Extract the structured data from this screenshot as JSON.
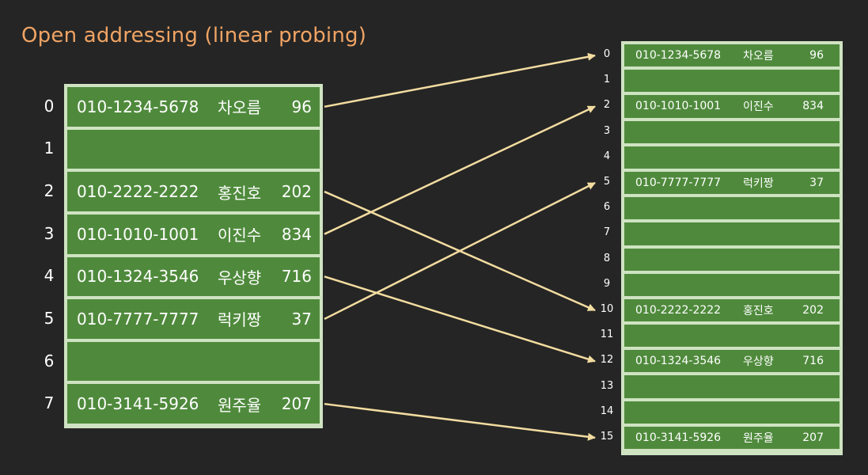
{
  "title": "Open addressing (linear probing)",
  "left_table": {
    "rows": [
      {
        "index": "0",
        "phone": "010-1234-5678",
        "name": "차오름",
        "value": "96"
      },
      {
        "index": "1",
        "phone": "",
        "name": "",
        "value": ""
      },
      {
        "index": "2",
        "phone": "010-2222-2222",
        "name": "홍진호",
        "value": "202"
      },
      {
        "index": "3",
        "phone": "010-1010-1001",
        "name": "이진수",
        "value": "834"
      },
      {
        "index": "4",
        "phone": "010-1324-3546",
        "name": "우상향",
        "value": "716"
      },
      {
        "index": "5",
        "phone": "010-7777-7777",
        "name": "럭키짱",
        "value": "37"
      },
      {
        "index": "6",
        "phone": "",
        "name": "",
        "value": ""
      },
      {
        "index": "7",
        "phone": "010-3141-5926",
        "name": "원주율",
        "value": "207"
      }
    ]
  },
  "right_table": {
    "rows": [
      {
        "index": "0",
        "phone": "010-1234-5678",
        "name": "차오름",
        "value": "96"
      },
      {
        "index": "1",
        "phone": "",
        "name": "",
        "value": ""
      },
      {
        "index": "2",
        "phone": "010-1010-1001",
        "name": "이진수",
        "value": "834"
      },
      {
        "index": "3",
        "phone": "",
        "name": "",
        "value": ""
      },
      {
        "index": "4",
        "phone": "",
        "name": "",
        "value": ""
      },
      {
        "index": "5",
        "phone": "010-7777-7777",
        "name": "럭키짱",
        "value": "37"
      },
      {
        "index": "6",
        "phone": "",
        "name": "",
        "value": ""
      },
      {
        "index": "7",
        "phone": "",
        "name": "",
        "value": ""
      },
      {
        "index": "8",
        "phone": "",
        "name": "",
        "value": ""
      },
      {
        "index": "9",
        "phone": "",
        "name": "",
        "value": ""
      },
      {
        "index": "10",
        "phone": "010-2222-2222",
        "name": "홍진호",
        "value": "202"
      },
      {
        "index": "11",
        "phone": "",
        "name": "",
        "value": ""
      },
      {
        "index": "12",
        "phone": "010-1324-3546",
        "name": "우상향",
        "value": "716"
      },
      {
        "index": "13",
        "phone": "",
        "name": "",
        "value": ""
      },
      {
        "index": "14",
        "phone": "",
        "name": "",
        "value": ""
      },
      {
        "index": "15",
        "phone": "010-3141-5926",
        "name": "원주율",
        "value": "207"
      }
    ]
  },
  "mappings": [
    {
      "from": 0,
      "to": 0
    },
    {
      "from": 2,
      "to": 10
    },
    {
      "from": 3,
      "to": 2
    },
    {
      "from": 4,
      "to": 12
    },
    {
      "from": 5,
      "to": 5
    },
    {
      "from": 7,
      "to": 15
    }
  ],
  "colors": {
    "background": "#252525",
    "title": "#f0a464",
    "cell_fill": "#4f8a3c",
    "cell_border": "#cfe3c2",
    "arrow": "#f2dca0"
  }
}
